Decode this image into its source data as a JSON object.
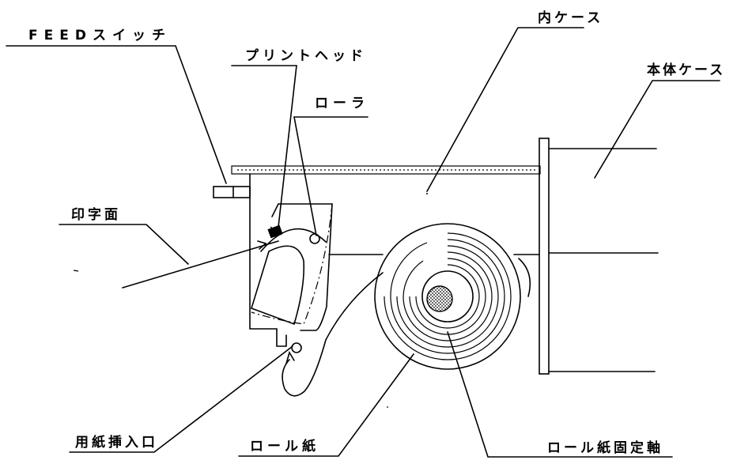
{
  "labels": {
    "feed_switch": "FEEDスイッチ",
    "print_head": "プリントヘッド",
    "inner_case": "内ケース",
    "main_case": "本体ケース",
    "roller": "ローラ",
    "print_surface": "印字面",
    "paper_slot": "用紙挿入口",
    "roll_paper": "ロール紙",
    "roll_shaft": "ロール紙固定軸"
  }
}
